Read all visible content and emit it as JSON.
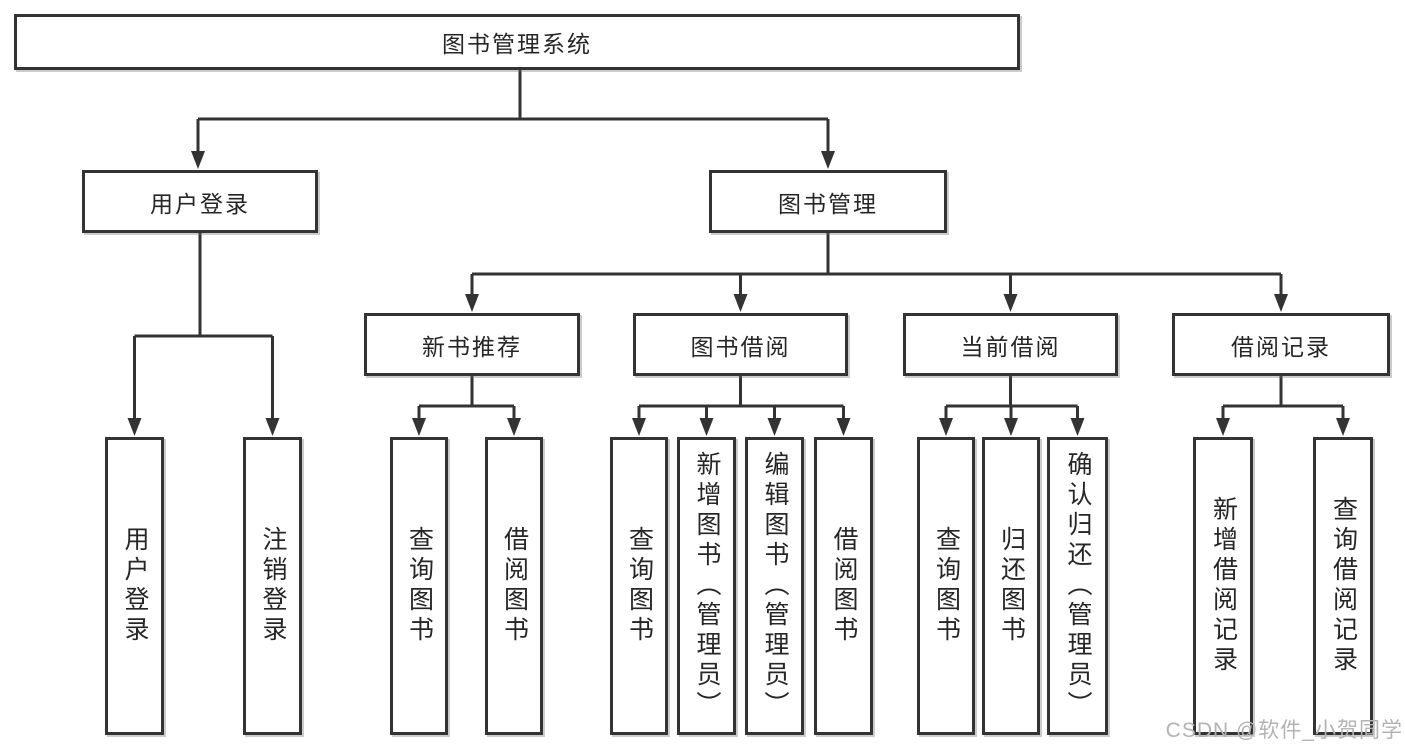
{
  "root": {
    "label": "图书管理系统"
  },
  "level2": [
    {
      "id": "user-login",
      "label": "用户登录"
    },
    {
      "id": "book-management",
      "label": "图书管理"
    }
  ],
  "level3": [
    {
      "id": "new-book-recommend",
      "label": "新书推荐",
      "parent": "图书管理"
    },
    {
      "id": "book-borrow",
      "label": "图书借阅",
      "parent": "图书管理"
    },
    {
      "id": "current-borrow",
      "label": "当前借阅",
      "parent": "图书管理"
    },
    {
      "id": "borrow-records",
      "label": "借阅记录",
      "parent": "图书管理"
    }
  ],
  "leaves": [
    {
      "label": "用户登录",
      "parent": "用户登录"
    },
    {
      "label": "注销登录",
      "parent": "用户登录"
    },
    {
      "label": "查询图书",
      "parent": "新书推荐"
    },
    {
      "label": "借阅图书",
      "parent": "新书推荐"
    },
    {
      "label": "查询图书",
      "parent": "图书借阅"
    },
    {
      "label": "新增图书（管理员）",
      "parent": "图书借阅"
    },
    {
      "label": "编辑图书（管理员）",
      "parent": "图书借阅"
    },
    {
      "label": "借阅图书",
      "parent": "图书借阅"
    },
    {
      "label": "查询图书",
      "parent": "当前借阅"
    },
    {
      "label": "归还图书",
      "parent": "当前借阅"
    },
    {
      "label": "确认归还（管理员）",
      "parent": "当前借阅"
    },
    {
      "label": "新增借阅记录",
      "parent": "借阅记录"
    },
    {
      "label": "查询借阅记录",
      "parent": "借阅记录"
    }
  ],
  "watermark": {
    "text": "CSDN @软件_小贺同学"
  },
  "colors": {
    "line": "#333333",
    "text": "#262626",
    "box_fill": "#ffffff",
    "background": "#ffffff",
    "watermark": "#b3b3b3"
  }
}
